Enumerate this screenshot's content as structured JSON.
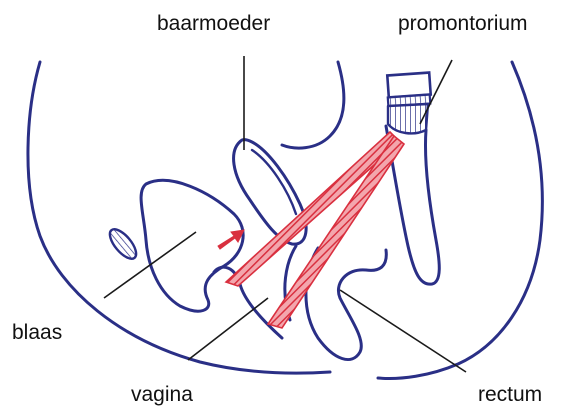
{
  "labels": {
    "baarmoeder": "baarmoeder",
    "promontorium": "promontorium",
    "blaas": "blaas",
    "vagina": "vagina",
    "rectum": "rectum"
  },
  "colors": {
    "outline": "#2a2f86",
    "mesh": "#d9303f",
    "mesh_light": "#f3a6ad",
    "leader": "#1a1a1a"
  }
}
